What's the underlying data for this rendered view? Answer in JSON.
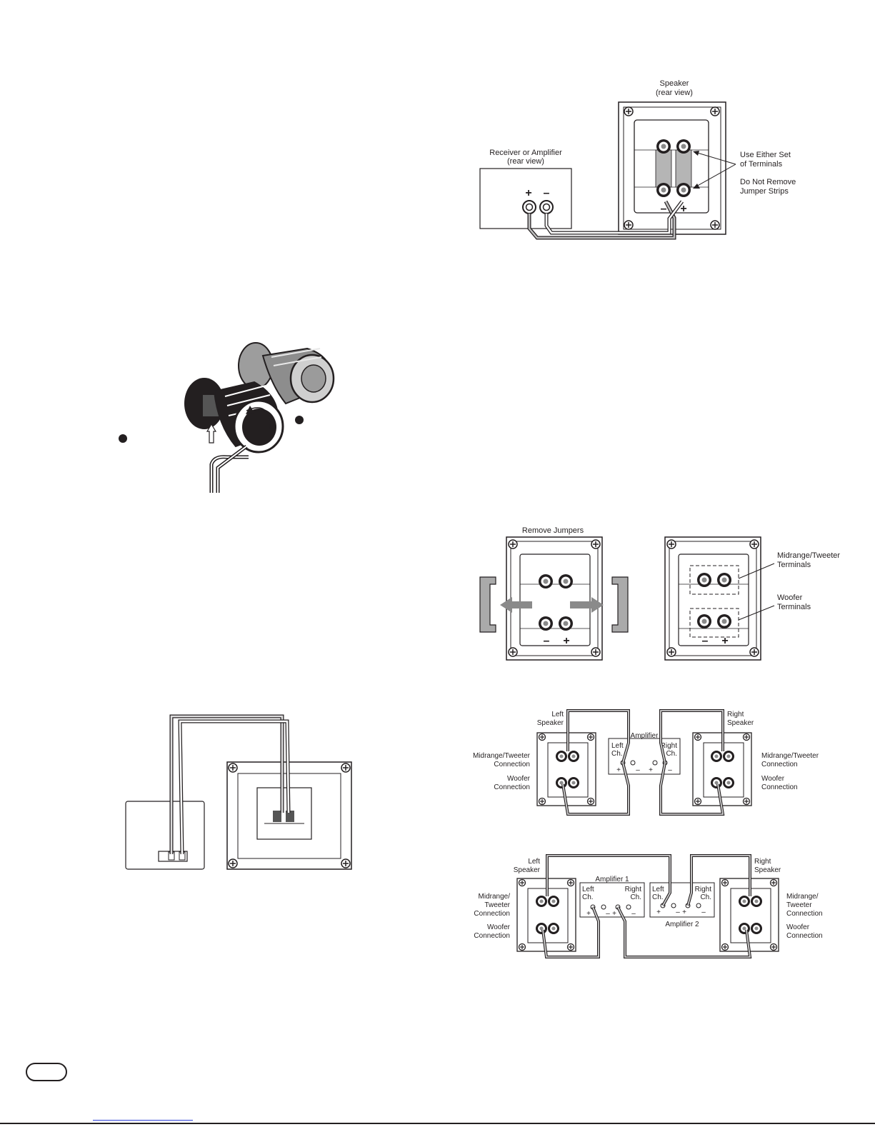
{
  "fig1": {
    "receiver_title": "Receiver or Amplifier",
    "receiver_sub": "(rear view)",
    "speaker_title": "Speaker",
    "speaker_sub": "(rear view)",
    "plus": "+",
    "minus": "–",
    "note1_line1": "Use Either Set",
    "note1_line2": "of Terminals",
    "note2_line1": "Do Not Remove",
    "note2_line2": "Jumper Strips"
  },
  "fig4": {
    "remove_jumpers": "Remove Jumpers",
    "midtweet_line1": "Midrange/Tweeter",
    "midtweet_line2": "Terminals",
    "woofer_line1": "Woofer",
    "woofer_line2": "Terminals"
  },
  "fig5": {
    "left_speaker_l1": "Left",
    "left_speaker_l2": "Speaker",
    "right_speaker_l1": "Right",
    "right_speaker_l2": "Speaker",
    "amplifier": "Amplifier",
    "left_ch_l1": "Left",
    "left_ch_l2": "Ch.",
    "right_ch_l1": "Right",
    "right_ch_l2": "Ch.",
    "mid_conn_l1": "Midrange/Tweeter",
    "mid_conn_l2": "Connection",
    "woof_conn_l1": "Woofer",
    "woof_conn_l2": "Connection"
  },
  "fig6": {
    "left_speaker_l1": "Left",
    "left_speaker_l2": "Speaker",
    "right_speaker_l1": "Right",
    "right_speaker_l2": "Speaker",
    "amplifier1": "Amplifier 1",
    "amplifier2": "Amplifier 2",
    "left_ch_l1": "Left",
    "left_ch_l2": "Ch.",
    "right_ch_l1": "Right",
    "right_ch_l2": "Ch.",
    "mid_l1": "Midrange/",
    "mid_l2": "Tweeter",
    "mid_l3": "Connection",
    "woof_l1": "Woofer",
    "woof_l2": "Connection"
  }
}
